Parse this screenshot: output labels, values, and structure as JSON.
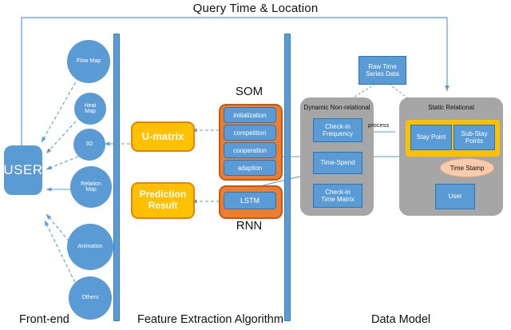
{
  "header": {
    "title": "Query Time & Location"
  },
  "sections": {
    "frontend_label": "Front-end",
    "algorithm_label": "Feature Extraction Algorithm",
    "datamodel_label": "Data Model"
  },
  "frontend": {
    "user_label": "USER",
    "views": [
      {
        "label": "Flow Map"
      },
      {
        "label": "Heat\nMap"
      },
      {
        "label": "3D"
      },
      {
        "label": "Relation\nMap"
      },
      {
        "label": "Animation"
      },
      {
        "label": "Others"
      }
    ]
  },
  "algorithm": {
    "outputs": [
      {
        "label": "U-matrix"
      },
      {
        "label": "Prediction\nResult"
      }
    ],
    "som_title": "SOM",
    "som_steps": [
      "initialization",
      "competition",
      "cooperation",
      "adaption"
    ],
    "rnn_title": "RNN",
    "rnn_cells": [
      "LSTM"
    ]
  },
  "datamodel": {
    "raw_source": "Raw Time\nSeries Data",
    "process_label": "process",
    "dynamic": {
      "title": "Dynamic Non-relational",
      "items": [
        "Check-in\nFrequency",
        "Time-Spend",
        "Check-in\nTime Matrix"
      ]
    },
    "static": {
      "title": "Static Relational",
      "stay_point": "Stay Point",
      "sub_stay_points": "Sub-Stay\nPoints",
      "time_stamp": "Time Stamp",
      "user": "User"
    }
  },
  "colors": {
    "blue": "#5b9bd5",
    "blue_dark": "#2e75b6",
    "orange": "#ed7d31",
    "orange_dark": "#c55a11",
    "yellow": "#ffc000",
    "gray": "#a6a6a6",
    "peach": "#f8cbad",
    "arrow": "#5b9bd5"
  }
}
